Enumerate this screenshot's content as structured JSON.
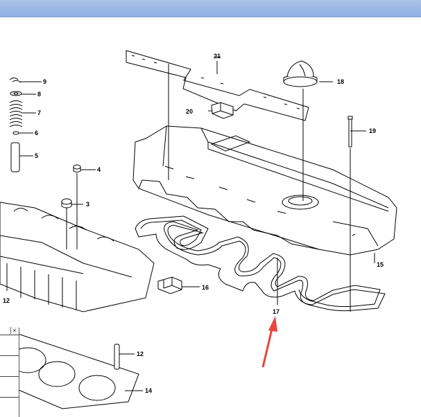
{
  "callouts": [
    {
      "id": "3",
      "label": "3"
    },
    {
      "id": "4",
      "label": "4"
    },
    {
      "id": "5",
      "label": "5"
    },
    {
      "id": "6",
      "label": "6"
    },
    {
      "id": "7",
      "label": "7"
    },
    {
      "id": "8",
      "label": "8"
    },
    {
      "id": "9",
      "label": "9"
    },
    {
      "id": "12a",
      "label": "12"
    },
    {
      "id": "12b",
      "label": "12"
    },
    {
      "id": "14",
      "label": "14"
    },
    {
      "id": "15",
      "label": "15"
    },
    {
      "id": "16",
      "label": "16"
    },
    {
      "id": "17",
      "label": "17"
    },
    {
      "id": "18",
      "label": "18"
    },
    {
      "id": "19",
      "label": "19"
    },
    {
      "id": "20",
      "label": "20"
    },
    {
      "id": "21",
      "label": "21"
    }
  ],
  "side_panel": {
    "close_glyph": "×"
  },
  "colors": {
    "title_bar": "#8eb0e2",
    "arrow": "#e8453c",
    "line": "#000000"
  }
}
